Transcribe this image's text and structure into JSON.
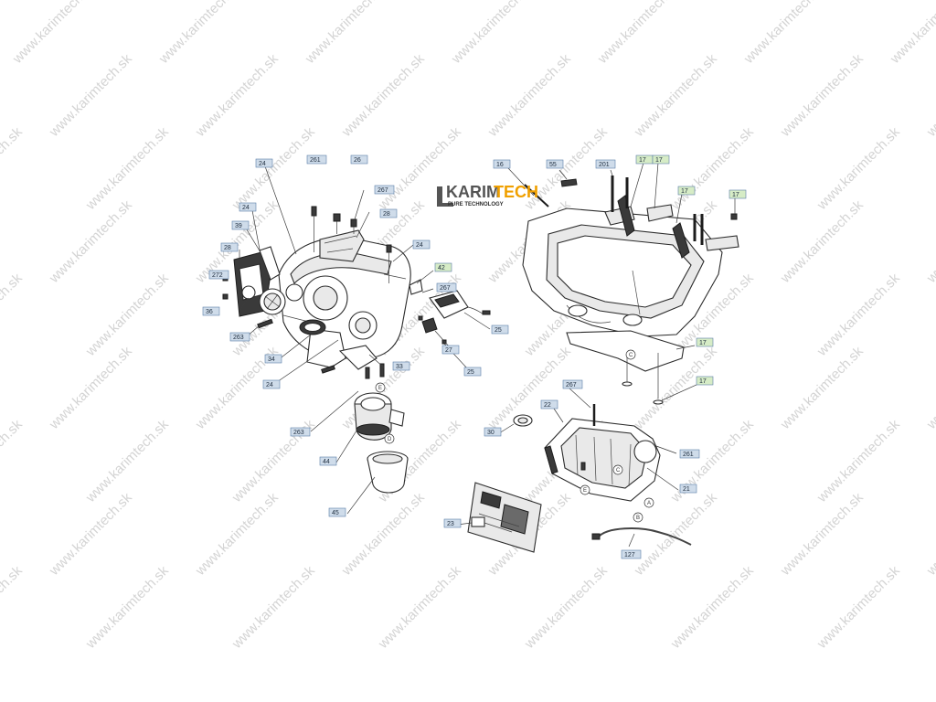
{
  "diagram": {
    "brand": {
      "name_left": "KARIM",
      "name_right": "TECH",
      "tagline": "PURE TECHNOLOGY",
      "color_dark": "#555555",
      "color_accent": "#f0a000"
    },
    "watermark_text": "www.karimtech.sk",
    "callout_colors": {
      "blue": "#cfdcea",
      "green": "#d6ecc6"
    },
    "callouts": [
      {
        "id": "c1",
        "label": "24",
        "color": "blue"
      },
      {
        "id": "c2",
        "label": "261",
        "color": "blue"
      },
      {
        "id": "c3",
        "label": "26",
        "color": "blue"
      },
      {
        "id": "c4",
        "label": "267",
        "color": "blue"
      },
      {
        "id": "c5",
        "label": "28",
        "color": "blue"
      },
      {
        "id": "c6",
        "label": "24",
        "color": "blue"
      },
      {
        "id": "c7",
        "label": "24",
        "color": "blue"
      },
      {
        "id": "c8",
        "label": "39",
        "color": "blue"
      },
      {
        "id": "c9",
        "label": "28",
        "color": "blue"
      },
      {
        "id": "c10",
        "label": "272",
        "color": "blue"
      },
      {
        "id": "c11",
        "label": "36",
        "color": "blue"
      },
      {
        "id": "c12",
        "label": "263",
        "color": "blue"
      },
      {
        "id": "c13",
        "label": "34",
        "color": "blue"
      },
      {
        "id": "c14",
        "label": "24",
        "color": "blue"
      },
      {
        "id": "c15",
        "label": "33",
        "color": "blue"
      },
      {
        "id": "c16",
        "label": "263",
        "color": "blue"
      },
      {
        "id": "c17",
        "label": "44",
        "color": "blue"
      },
      {
        "id": "c18",
        "label": "45",
        "color": "blue"
      },
      {
        "id": "c19",
        "label": "42",
        "color": "green"
      },
      {
        "id": "c20",
        "label": "267",
        "color": "blue"
      },
      {
        "id": "c21",
        "label": "25",
        "color": "blue"
      },
      {
        "id": "c22",
        "label": "27",
        "color": "blue"
      },
      {
        "id": "c23",
        "label": "25",
        "color": "blue"
      },
      {
        "id": "c24",
        "label": "16",
        "color": "blue"
      },
      {
        "id": "c25",
        "label": "55",
        "color": "blue"
      },
      {
        "id": "c26",
        "label": "201",
        "color": "blue"
      },
      {
        "id": "c27",
        "label": "17",
        "color": "green"
      },
      {
        "id": "c28",
        "label": "17",
        "color": "green"
      },
      {
        "id": "c29",
        "label": "17",
        "color": "green"
      },
      {
        "id": "c30",
        "label": "17",
        "color": "green"
      },
      {
        "id": "c31",
        "label": "17",
        "color": "green"
      },
      {
        "id": "c32",
        "label": "17",
        "color": "green"
      },
      {
        "id": "c33",
        "label": "267",
        "color": "blue"
      },
      {
        "id": "c34",
        "label": "22",
        "color": "blue"
      },
      {
        "id": "c35",
        "label": "30",
        "color": "blue"
      },
      {
        "id": "c36",
        "label": "261",
        "color": "blue"
      },
      {
        "id": "c37",
        "label": "21",
        "color": "blue"
      },
      {
        "id": "c38",
        "label": "23",
        "color": "blue"
      },
      {
        "id": "c39",
        "label": "127",
        "color": "blue"
      }
    ],
    "reference_marks": [
      {
        "id": "r1",
        "label": "E"
      },
      {
        "id": "r2",
        "label": "D"
      },
      {
        "id": "r3",
        "label": "C"
      },
      {
        "id": "r4",
        "label": "E"
      },
      {
        "id": "r5",
        "label": "C"
      },
      {
        "id": "r6",
        "label": "A"
      },
      {
        "id": "r7",
        "label": "B"
      }
    ]
  }
}
